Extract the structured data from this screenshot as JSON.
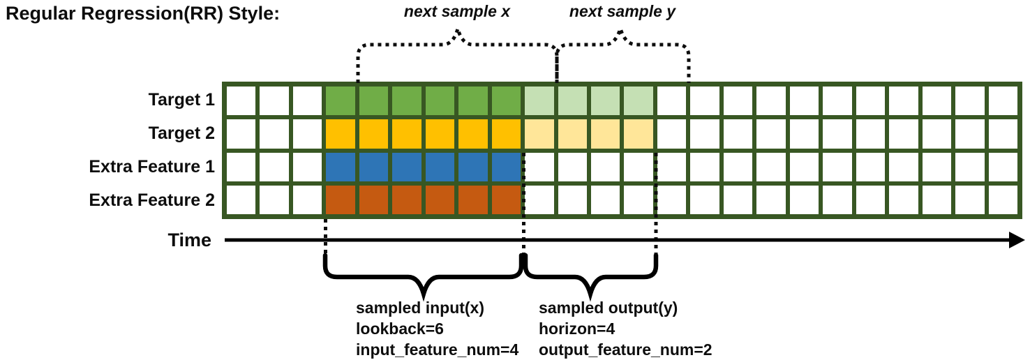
{
  "title": "Regular Regression(RR) Style:",
  "annotations": {
    "next_sample_x": "next sample x",
    "next_sample_y": "next sample y",
    "time_label": "Time"
  },
  "input_annotation": {
    "lines": [
      "sampled input(x)",
      "lookback=6",
      "input_feature_num=4"
    ]
  },
  "output_annotation": {
    "lines": [
      "sampled output(y)",
      "horizon=4",
      "output_feature_num=2"
    ]
  },
  "params": {
    "lookback": 6,
    "horizon": 4,
    "input_feature_num": 4,
    "output_feature_num": 2
  },
  "grid": {
    "columns": 24,
    "input_col_start": 3,
    "lookback": 6,
    "output_col_start": 9,
    "horizon": 4,
    "rows": [
      {
        "label": "Target 1",
        "input_color": "#70AD47",
        "output_color": "#C5E0B4"
      },
      {
        "label": "Target 2",
        "input_color": "#FFC000",
        "output_color": "#FFE699"
      },
      {
        "label": "Extra Feature 1",
        "input_color": "#2E75B6",
        "output_color": null
      },
      {
        "label": "Extra Feature 2",
        "input_color": "#C55A11",
        "output_color": null
      }
    ]
  },
  "colors": {
    "grid_line": "#385723",
    "cell_empty": "#FFFFFF",
    "annotation_ink": "#0D0D0D"
  }
}
